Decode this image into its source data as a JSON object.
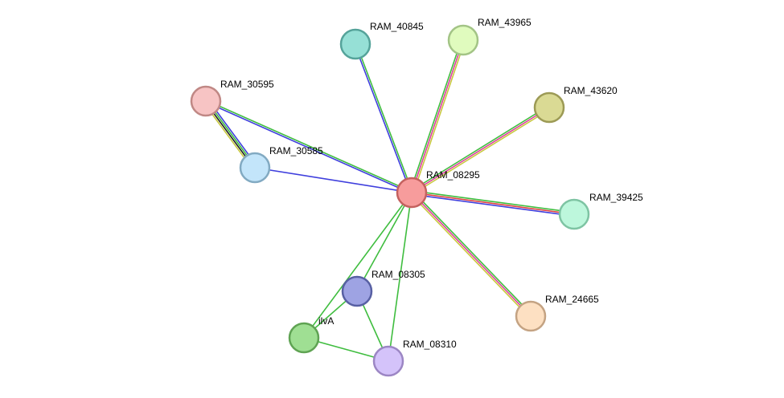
{
  "nodes": [
    {
      "id": "RAM_08295",
      "label": "RAM_08295",
      "fill": "#f79c9c",
      "stroke": "#c4615f"
    },
    {
      "id": "RAM_40845",
      "label": "RAM_40845",
      "fill": "#96e0d6",
      "stroke": "#55a39a"
    },
    {
      "id": "RAM_43965",
      "label": "RAM_43965",
      "fill": "#e0fbbe",
      "stroke": "#a3c486"
    },
    {
      "id": "RAM_43620",
      "label": "RAM_43620",
      "fill": "#dada94",
      "stroke": "#9c9a55"
    },
    {
      "id": "RAM_30595",
      "label": "RAM_30595",
      "fill": "#f7c4c4",
      "stroke": "#c08885"
    },
    {
      "id": "RAM_30585",
      "label": "RAM_30585",
      "fill": "#c3e5fa",
      "stroke": "#82aac2"
    },
    {
      "id": "RAM_39425",
      "label": "RAM_39425",
      "fill": "#bdf7dc",
      "stroke": "#7ec4a3"
    },
    {
      "id": "RAM_08305",
      "label": "RAM_08305",
      "fill": "#9ea3e3",
      "stroke": "#5860a3"
    },
    {
      "id": "ilvA",
      "label": "ilvA",
      "fill": "#9fdf93",
      "stroke": "#5fa353"
    },
    {
      "id": "RAM_08310",
      "label": "RAM_08310",
      "fill": "#d4c3fa",
      "stroke": "#9c86c4"
    },
    {
      "id": "RAM_24665",
      "label": "RAM_24665",
      "fill": "#fde0c2",
      "stroke": "#c4a383"
    }
  ],
  "edges": [
    {
      "source": "RAM_08295",
      "target": "RAM_40845",
      "colors": [
        "#3f3fdd",
        "#3fbd3f"
      ]
    },
    {
      "source": "RAM_08295",
      "target": "RAM_43965",
      "colors": [
        "#3fbd3f",
        "#dd3f9c",
        "#c8c83f"
      ]
    },
    {
      "source": "RAM_08295",
      "target": "RAM_43620",
      "colors": [
        "#3fbd3f",
        "#dd3f9c",
        "#c8c83f"
      ]
    },
    {
      "source": "RAM_08295",
      "target": "RAM_30595",
      "colors": [
        "#3f3fdd",
        "#3fbd3f"
      ]
    },
    {
      "source": "RAM_08295",
      "target": "RAM_30585",
      "colors": [
        "#3f3fdd"
      ]
    },
    {
      "source": "RAM_08295",
      "target": "RAM_39425",
      "colors": [
        "#3fbd3f",
        "#dd3f3f",
        "#3f3fdd"
      ]
    },
    {
      "source": "RAM_08295",
      "target": "RAM_24665",
      "colors": [
        "#3fbd3f",
        "#dd3f9c",
        "#c8c83f"
      ]
    },
    {
      "source": "RAM_08295",
      "target": "RAM_08305",
      "colors": [
        "#3fbd3f"
      ]
    },
    {
      "source": "RAM_08295",
      "target": "ilvA",
      "colors": [
        "#3fbd3f"
      ]
    },
    {
      "source": "RAM_08295",
      "target": "RAM_08310",
      "colors": [
        "#3fbd3f"
      ]
    },
    {
      "source": "RAM_30595",
      "target": "RAM_30585",
      "colors": [
        "#3f3fdd",
        "#3fbd3f",
        "#222222",
        "#c8c83f"
      ]
    },
    {
      "source": "RAM_08305",
      "target": "ilvA",
      "colors": [
        "#3fbd3f"
      ]
    },
    {
      "source": "RAM_08305",
      "target": "RAM_08310",
      "colors": [
        "#3fbd3f"
      ]
    },
    {
      "source": "ilvA",
      "target": "RAM_08310",
      "colors": [
        "#3fbd3f"
      ]
    }
  ]
}
